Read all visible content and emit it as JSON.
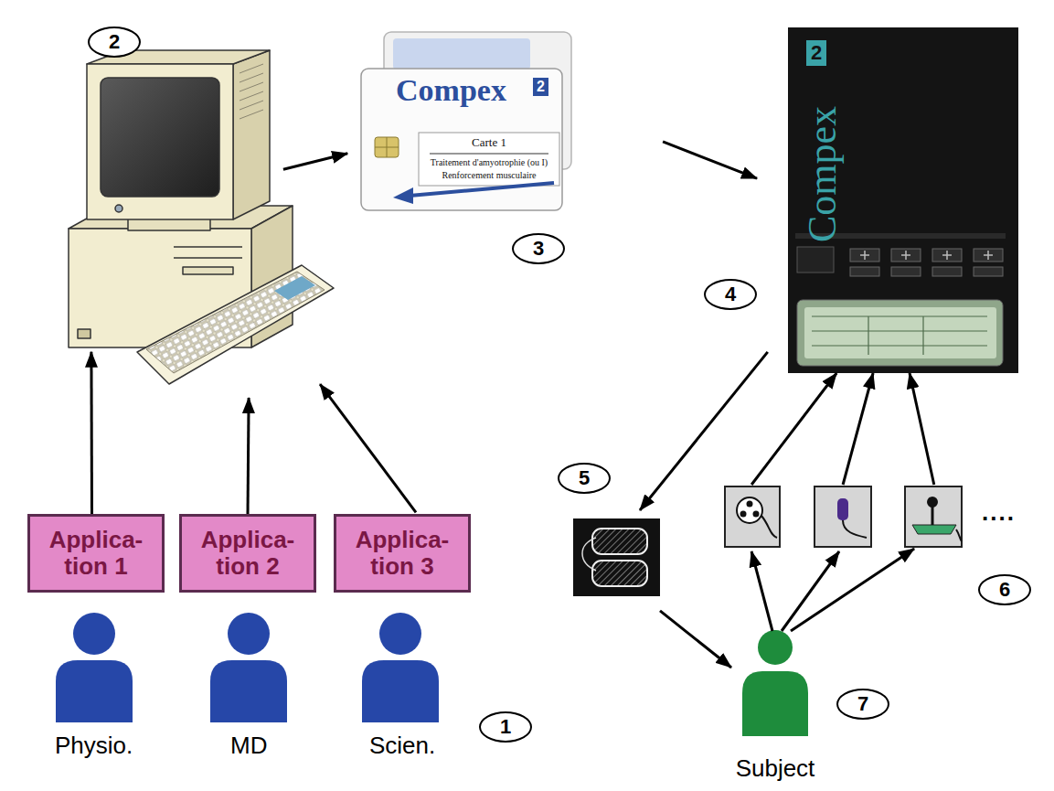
{
  "diagram": {
    "nodes": [
      {
        "text": [
          "Applica- tion 1"
        ]
      },
      {
        "text": [
          "Applica- tion 2"
        ]
      },
      {
        "text": [
          "Applica- tion 3"
        ]
      },
      {
        "text": [
          "2"
        ]
      },
      {
        "text": [
          "Compex",
          "2",
          "Carte 1",
          "Traitement d'amyotrophie (ou I)",
          "Renforcement musculaire",
          "3"
        ]
      },
      {
        "text": [
          "Compex",
          "2",
          "4"
        ]
      },
      {
        "text": [
          "5"
        ]
      },
      {
        "text": [
          "6"
        ]
      },
      {
        "text": [
          "Subject",
          "7"
        ]
      }
    ],
    "edges": [
      {
        "from": 0,
        "to": 3,
        "arrow": "to"
      },
      {
        "from": 1,
        "to": 3,
        "arrow": "to"
      },
      {
        "from": 2,
        "to": 3,
        "arrow": "to"
      },
      {
        "from": 3,
        "to": 4,
        "arrow": "to"
      },
      {
        "from": 4,
        "to": 5,
        "arrow": "to"
      },
      {
        "from": 5,
        "to": 6,
        "arrow": "to"
      },
      {
        "from": 6,
        "to": 8,
        "arrow": "to"
      },
      {
        "from": 8,
        "to": 7,
        "arrow": "to"
      },
      {
        "from": 8,
        "to": 7,
        "arrow": "to"
      },
      {
        "from": 8,
        "to": 7,
        "arrow": "to"
      },
      {
        "from": 7,
        "to": 5,
        "arrow": "to"
      },
      {
        "from": 7,
        "to": 5,
        "arrow": "to"
      },
      {
        "from": 7,
        "to": 5,
        "arrow": "to"
      }
    ],
    "labels": [
      "Physio.",
      "MD",
      "Scien.",
      "1",
      "...."
    ]
  }
}
